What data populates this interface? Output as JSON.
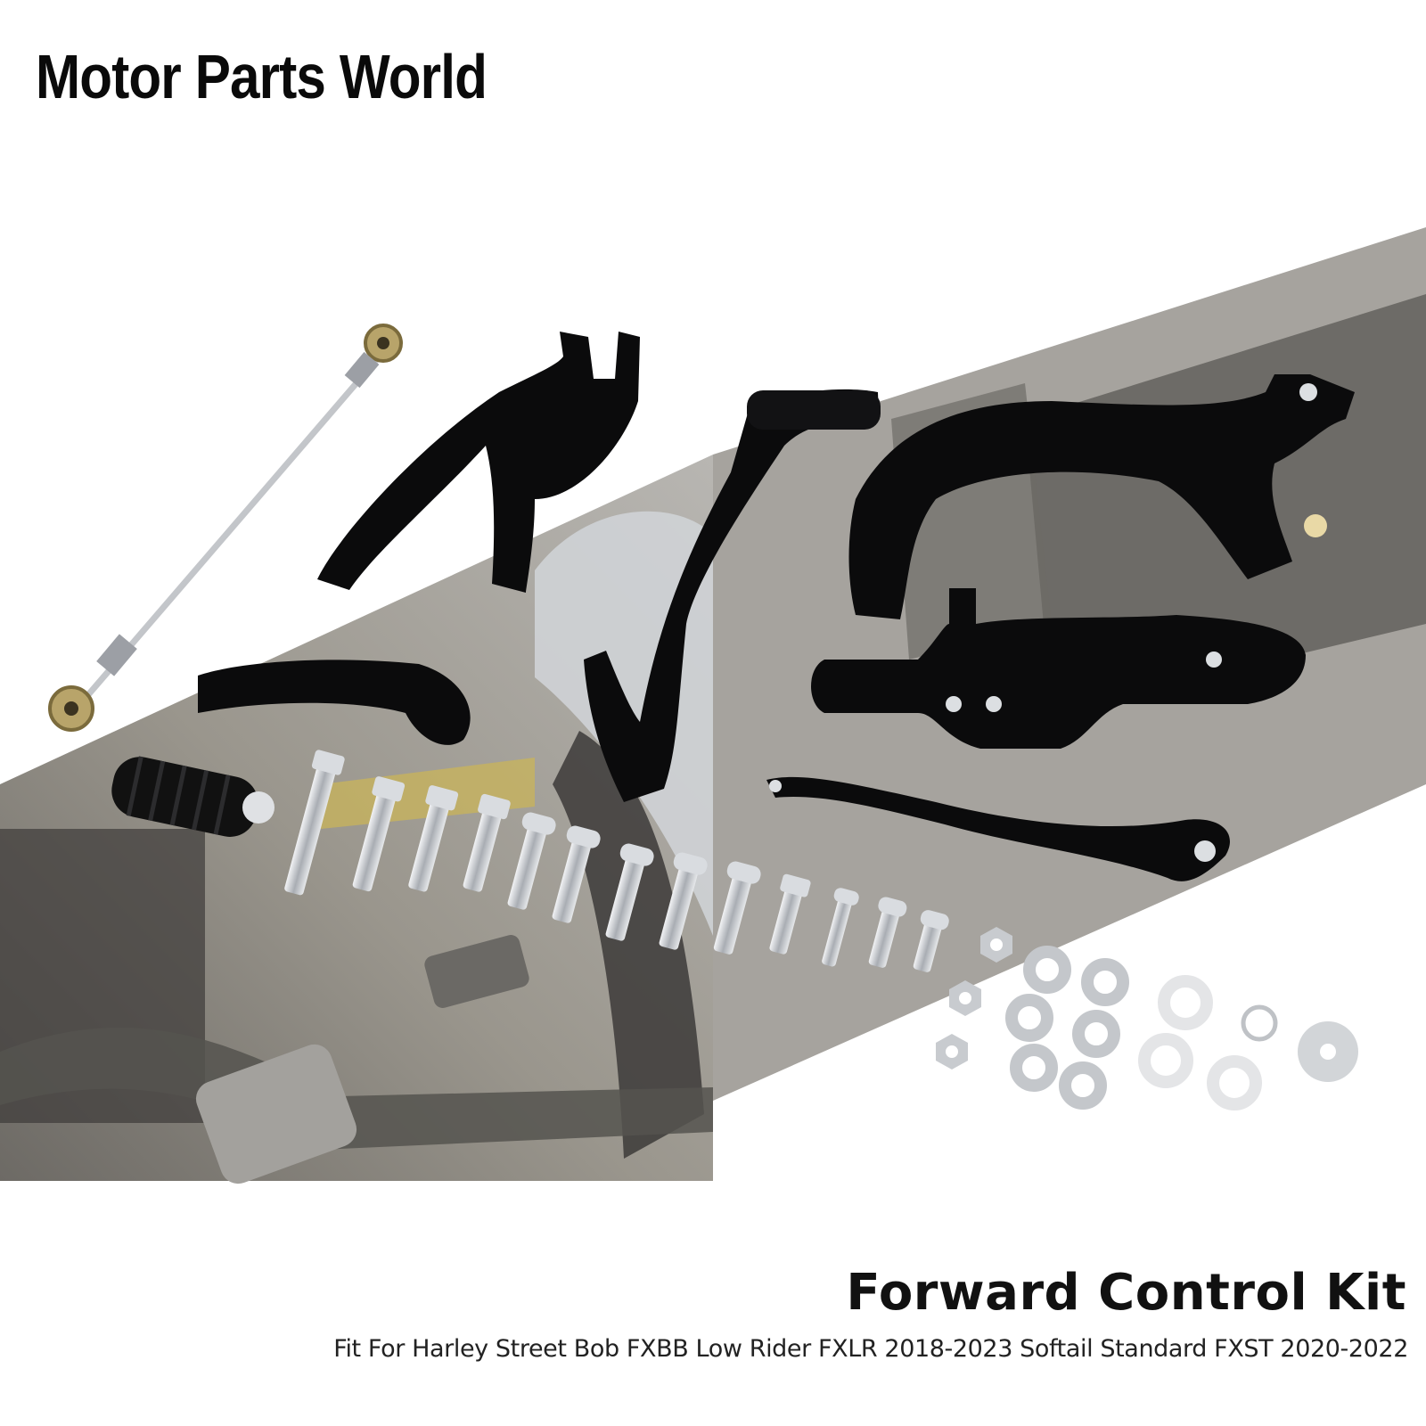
{
  "brand": {
    "name": "Motor Parts World"
  },
  "product": {
    "title": "Forward Control Kit",
    "fitment": "Fit For Harley Street Bob FXBB Low Rider FXLR 2018-2023 Softail Standard FXST 2020-2022"
  },
  "colors": {
    "background": "#ffffff",
    "parts": "#0b0b0c",
    "hardware": "#c9ccd0",
    "photo_band": "#8e8a82"
  }
}
